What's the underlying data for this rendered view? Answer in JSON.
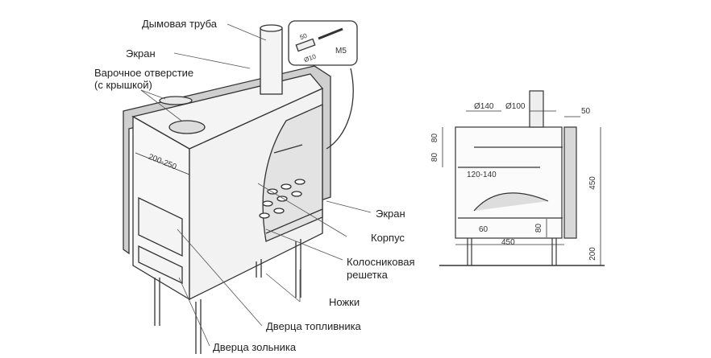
{
  "iso_view": {
    "labels": {
      "chimney": "Дымовая труба",
      "screen_top": "Экран",
      "cooking_hole": "Варочное отверстие",
      "cooking_hole_sub": "(с крышкой)",
      "screen_side": "Экран",
      "body": "Корпус",
      "grate": "Колосниковая",
      "grate_sub": "решетка",
      "legs": "Ножки",
      "fuel_door": "Дверца топливника",
      "ash_door": "Дверца зольника"
    },
    "dimension": "200-250",
    "inset": {
      "length": "50",
      "diameter": "Ø10",
      "bolt": "M5"
    }
  },
  "section_view": {
    "dims": {
      "cooking_hole_d": "Ø140",
      "chimney_d": "Ø100",
      "screen_gap": "50",
      "shelf_top": "80",
      "shelf_second": "80",
      "firebox": "120-140",
      "ash_door": "60",
      "ash_height": "80",
      "width": "450",
      "height": "450",
      "leg_height": "200"
    }
  }
}
